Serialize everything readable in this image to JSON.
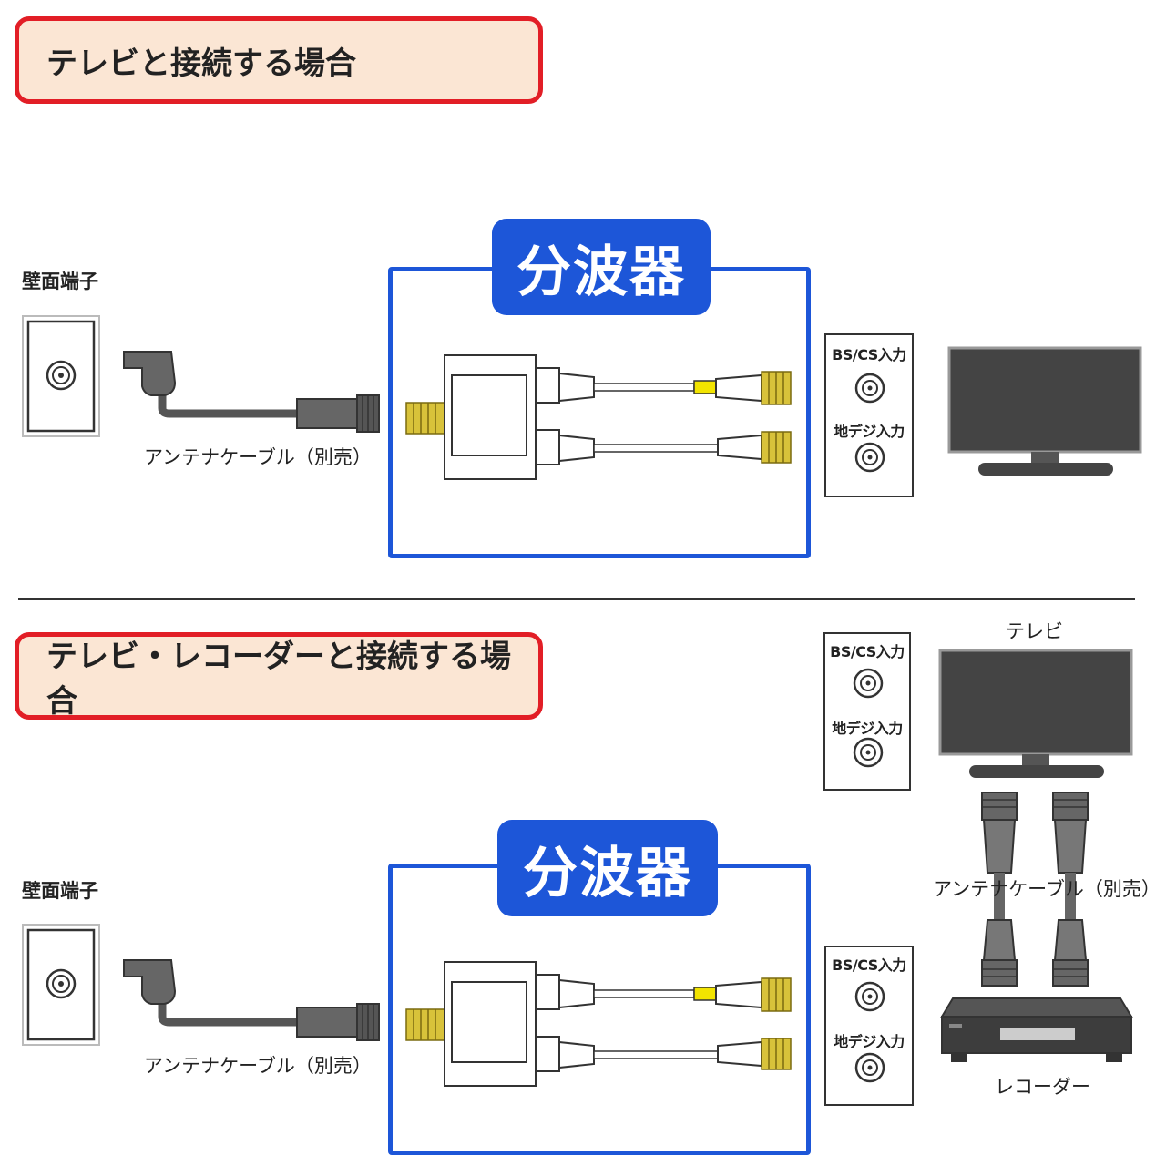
{
  "top_section": {
    "header": "テレビと接続する場合",
    "wall_label": "壁面端子",
    "cable_label": "アンテナケーブル（別売）",
    "splitter_label": "分波器",
    "tv_panel": {
      "bs_label": "BS/CS入力",
      "terrestrial_label": "地デジ入力"
    }
  },
  "bottom_section": {
    "header": "テレビ・レコーダーと接続する場合",
    "wall_label": "壁面端子",
    "cable_label": "アンテナケーブル（別売）",
    "splitter_label": "分波器",
    "tv_label": "テレビ",
    "tv_panel": {
      "bs_label": "BS/CS入力",
      "terrestrial_label": "地デジ入力"
    },
    "recorder_panel": {
      "bs_label": "BS/CS入力",
      "terrestrial_label": "地デジ入力"
    },
    "tv_recorder_cable_label": "アンテナケーブル（別売）",
    "recorder_label": "レコーダー"
  },
  "colors": {
    "header_border": "#e21e26",
    "header_fill": "#fbe6d4",
    "splitter_blue": "#1d56d8",
    "connector_gold": "#d8c23a",
    "cable_yellow": "#f2e400"
  }
}
